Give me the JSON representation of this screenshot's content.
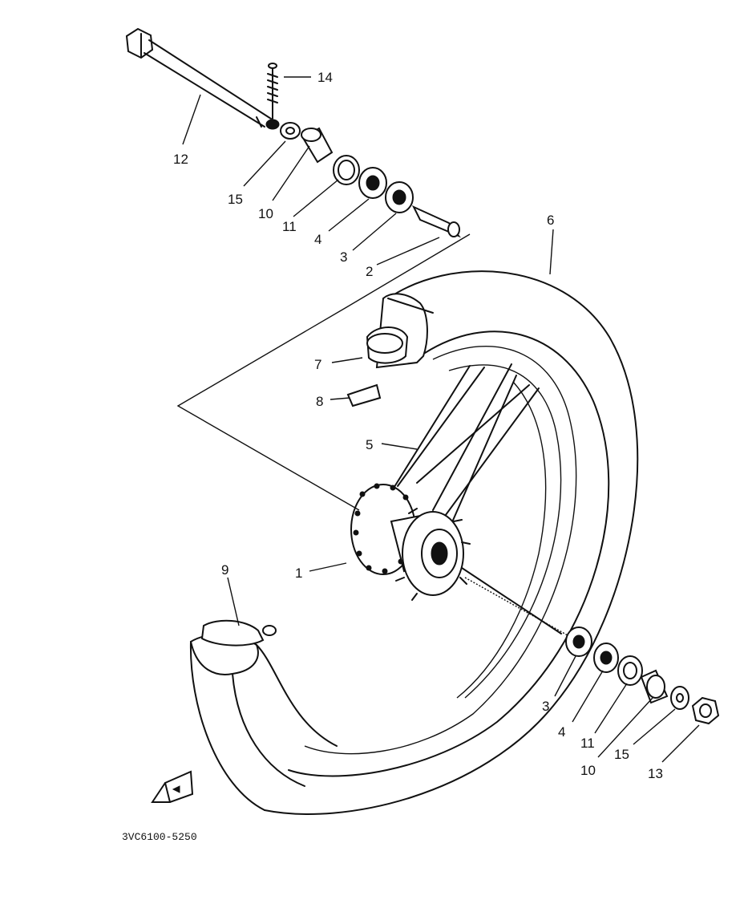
{
  "diagram": {
    "code": "3VC6100-5250",
    "callouts": [
      {
        "id": "c1",
        "text": "1"
      },
      {
        "id": "c2",
        "text": "2"
      },
      {
        "id": "c3a",
        "text": "3"
      },
      {
        "id": "c3b",
        "text": "3"
      },
      {
        "id": "c4a",
        "text": "4"
      },
      {
        "id": "c4b",
        "text": "4"
      },
      {
        "id": "c5",
        "text": "5"
      },
      {
        "id": "c6",
        "text": "6"
      },
      {
        "id": "c7",
        "text": "7"
      },
      {
        "id": "c8",
        "text": "8"
      },
      {
        "id": "c9",
        "text": "9"
      },
      {
        "id": "c10a",
        "text": "10"
      },
      {
        "id": "c10b",
        "text": "10"
      },
      {
        "id": "c11a",
        "text": "11"
      },
      {
        "id": "c11b",
        "text": "11"
      },
      {
        "id": "c12",
        "text": "12"
      },
      {
        "id": "c13",
        "text": "13"
      },
      {
        "id": "c14",
        "text": "14"
      },
      {
        "id": "c15a",
        "text": "15"
      },
      {
        "id": "c15b",
        "text": "15"
      }
    ]
  }
}
